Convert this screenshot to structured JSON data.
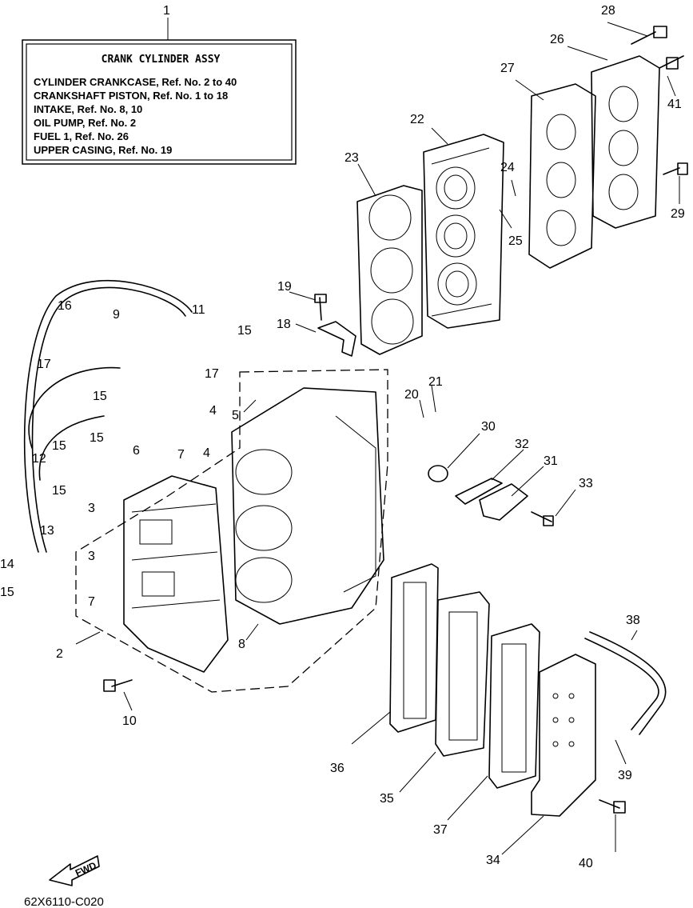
{
  "info_box": {
    "title": "CRANK CYLINDER ASSY",
    "lines": [
      "CYLINDER CRANKCASE,  Ref. No. 2 to 40",
      "CRANKSHAFT PISTON,  Ref. No. 1 to 18",
      "INTAKE,  Ref. No. 8, 10",
      "OIL PUMP,  Ref. No. 2",
      "FUEL 1,  Ref. No. 26",
      "UPPER CASING,  Ref. No. 19"
    ]
  },
  "callouts": [
    "1",
    "2",
    "3",
    "3",
    "3",
    "4",
    "4",
    "5",
    "6",
    "7",
    "7",
    "7",
    "8",
    "9",
    "10",
    "11",
    "12",
    "13",
    "14",
    "15",
    "15",
    "15",
    "15",
    "15",
    "15",
    "16",
    "17",
    "17",
    "18",
    "19",
    "20",
    "21",
    "22",
    "23",
    "24",
    "25",
    "26",
    "27",
    "28",
    "29",
    "30",
    "31",
    "32",
    "33",
    "34",
    "35",
    "36",
    "37",
    "38",
    "39",
    "40",
    "41"
  ],
  "fwd_label": "FWD",
  "drawing_code": "62X6110-C020"
}
